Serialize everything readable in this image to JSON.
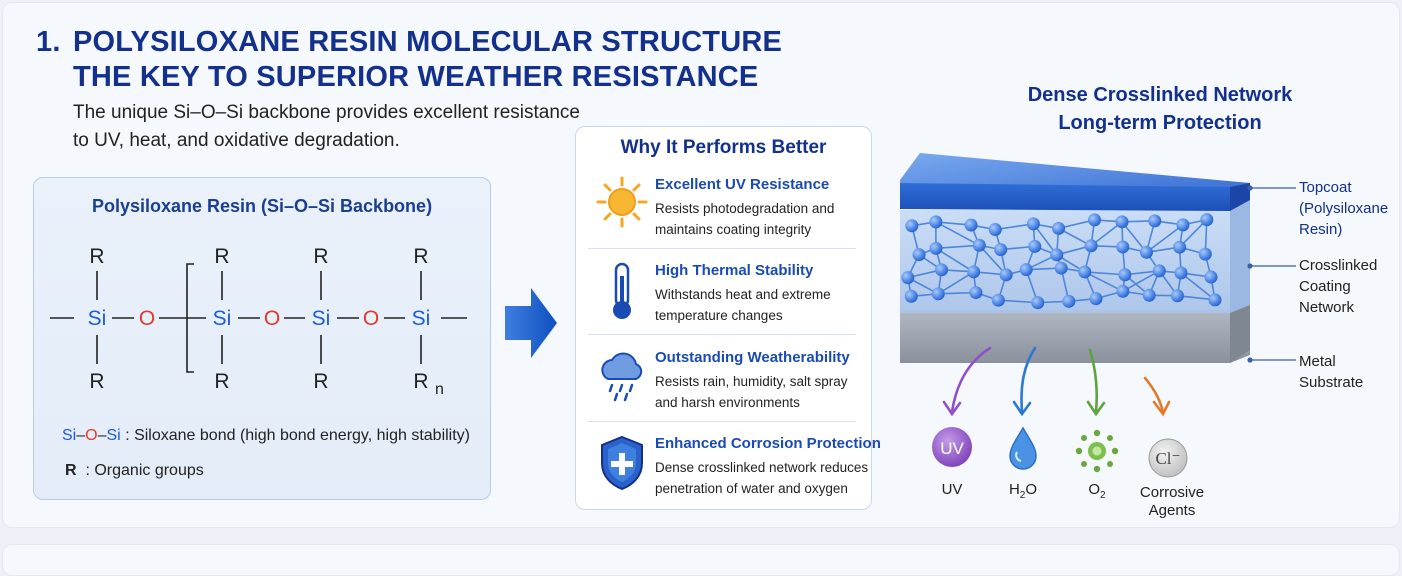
{
  "header": {
    "number": "1.",
    "title_line1": "POLYSILOXANE RESIN MOLECULAR STRUCTURE",
    "title_line2": "THE KEY TO SUPERIOR WEATHER RESISTANCE",
    "description_line1": "The unique Si–O–Si backbone provides excellent resistance",
    "description_line2": "to UV, heat, and oxidative degradation."
  },
  "resin": {
    "title": "Polysiloxane Resin (Si–O–Si Backbone)",
    "formula": {
      "group": "R",
      "si": "Si",
      "o": "O",
      "subscript_n": "n"
    },
    "legend_si": "Si",
    "legend_o": "O",
    "legend_dash": "–",
    "legend_bond_text": ": Siloxane bond (high bond energy, high stability)",
    "legend_r": "R",
    "legend_r_text": ": Organic groups"
  },
  "why": {
    "title": "Why It Performs Better",
    "items": [
      {
        "heading": "Excellent UV Resistance",
        "line1": "Resists photodegradation and",
        "line2": "maintains coating integrity",
        "icon": "sun-icon"
      },
      {
        "heading": "High Thermal Stability",
        "line1": "Withstands heat and extreme",
        "line2": "temperature changes",
        "icon": "thermometer-icon"
      },
      {
        "heading": "Outstanding Weatherability",
        "line1": "Resists rain, humidity, salt spray",
        "line2": "and harsh environments",
        "icon": "rain-cloud-icon"
      },
      {
        "heading": "Enhanced Corrosion Protection",
        "line1": "Dense crosslinked network reduces",
        "line2": "penetration of water and oxygen",
        "icon": "shield-plus-icon"
      }
    ]
  },
  "network": {
    "title_line1": "Dense Crosslinked Network",
    "title_line2": "Long-term Protection",
    "labels": {
      "topcoat_1": "Topcoat",
      "topcoat_2": "(Polysiloxane",
      "topcoat_3": "Resin)",
      "network_1": "Crosslinked",
      "network_2": "Coating",
      "network_3": "Network",
      "substrate_1": "Metal",
      "substrate_2": "Substrate"
    },
    "agents": {
      "uv_badge": "UV",
      "uv_label": "UV",
      "h2o_h": "H",
      "h2o_sub": "2",
      "h2o_o": "O",
      "o2_o": "O",
      "o2_sub": "2",
      "cl_badge": "Cl⁻",
      "corrosive_1": "Corrosive",
      "corrosive_2": "Agents"
    }
  },
  "colors": {
    "title_navy": "#12308c",
    "si_blue": "#1e5bd6",
    "o_red": "#e03a2d",
    "heading_blue": "#1a4bb5"
  }
}
